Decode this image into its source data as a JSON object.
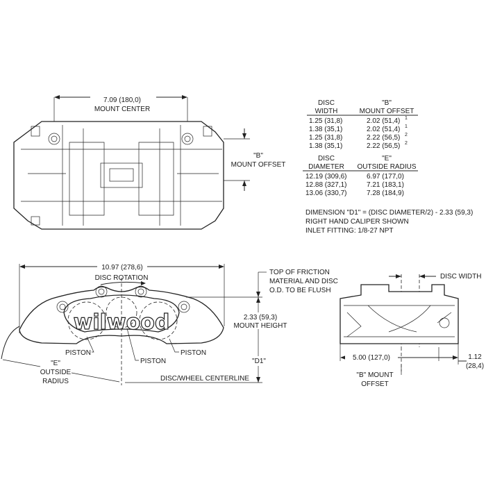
{
  "top_view": {
    "mount_center_value": "7.09 (180,0)",
    "mount_center_label": "MOUNT CENTER",
    "b_label": "\"B\"",
    "mount_offset_label": "MOUNT OFFSET"
  },
  "table_b": {
    "col1_header": [
      "DISC",
      "WIDTH"
    ],
    "col2_header": [
      "\"B\"",
      "MOUNT OFFSET"
    ],
    "rows": [
      {
        "width": "1.25  (31,8)",
        "offset": "2.02  (51,4)",
        "note": "1"
      },
      {
        "width": "1.38  (35,1)",
        "offset": "2.02  (51,4)",
        "note": "1"
      },
      {
        "width": "1.25  (31,8)",
        "offset": "2.22  (56,5)",
        "note": "2"
      },
      {
        "width": "1.38  (35,1)",
        "offset": "2.22  (56,5)",
        "note": "2"
      }
    ]
  },
  "table_e": {
    "col1_header": [
      "DISC",
      "DIAMETER"
    ],
    "col2_header": [
      "\"E\"",
      "OUTSIDE RADIUS"
    ],
    "rows": [
      {
        "diameter": "12.19  (309,6)",
        "radius": "6.97  (177,0)"
      },
      {
        "diameter": "12.88  (327,1)",
        "radius": "7.21  (183,1)"
      },
      {
        "diameter": "13.06  (330,7)",
        "radius": "7.28  (184,9)"
      }
    ]
  },
  "notes": [
    "DIMENSION \"D1\" = (DISC DIAMETER/2) - 2.33 (59,3)",
    "RIGHT HAND CALIPER SHOWN",
    "INLET FITTING: 1/8-27 NPT"
  ],
  "side_view": {
    "overall_length": "10.97 (278,6)",
    "disc_rotation": "DISC ROTATION",
    "logo_text": "wilwood",
    "piston_label": "PISTON",
    "friction_note": [
      "TOP OF FRICTION",
      "MATERIAL AND DISC",
      "O.D. TO BE FLUSH"
    ],
    "mount_height_value": "2.33 (59,3)",
    "mount_height_label": "MOUNT HEIGHT",
    "d1_label": "\"D1\"",
    "centerline_label": "DISC/WHEEL CENTERLINE",
    "e_label": "\"E\"",
    "outside_label": "OUTSIDE",
    "radius_label": "RADIUS"
  },
  "end_view": {
    "disc_width_label": "DISC WIDTH",
    "width_value": "5.00 (127,0)",
    "offset_value": "1.12",
    "offset_value_mm": "(28,4)",
    "b_mount_label": "\"B\" MOUNT",
    "offset_label": "OFFSET"
  }
}
